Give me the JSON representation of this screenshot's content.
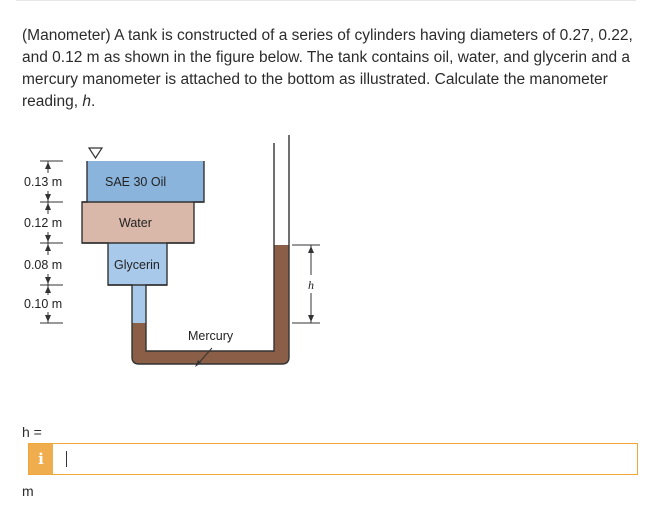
{
  "question": {
    "prefix": "(Manometer) A tank is constructed of a series of cylinders having diameters of 0.27, 0.22, and 0.12 m as shown in the figure below. The tank contains oil, water, and glycerin and a mercury manometer is attached to the bottom as illustrated. Calculate the manometer reading, ",
    "variable": "h",
    "suffix": "."
  },
  "figure": {
    "dims": [
      "0.13 m",
      "0.12 m",
      "0.08 m",
      "0.10 m"
    ],
    "labels": {
      "oil": "SAE 30 Oil",
      "water": "Water",
      "glycerin": "Glycerin",
      "mercury": "Mercury",
      "h": "h"
    },
    "colors": {
      "oil": "#8ab4dc",
      "water": "#d9b8aa",
      "glycerin": "#a9c9ea",
      "mercury": "#8b5e48",
      "wall": "#333333"
    }
  },
  "answer": {
    "label": "h =",
    "value": "",
    "info_glyph": "i",
    "unit": "m"
  },
  "accent": "#f0a63a"
}
